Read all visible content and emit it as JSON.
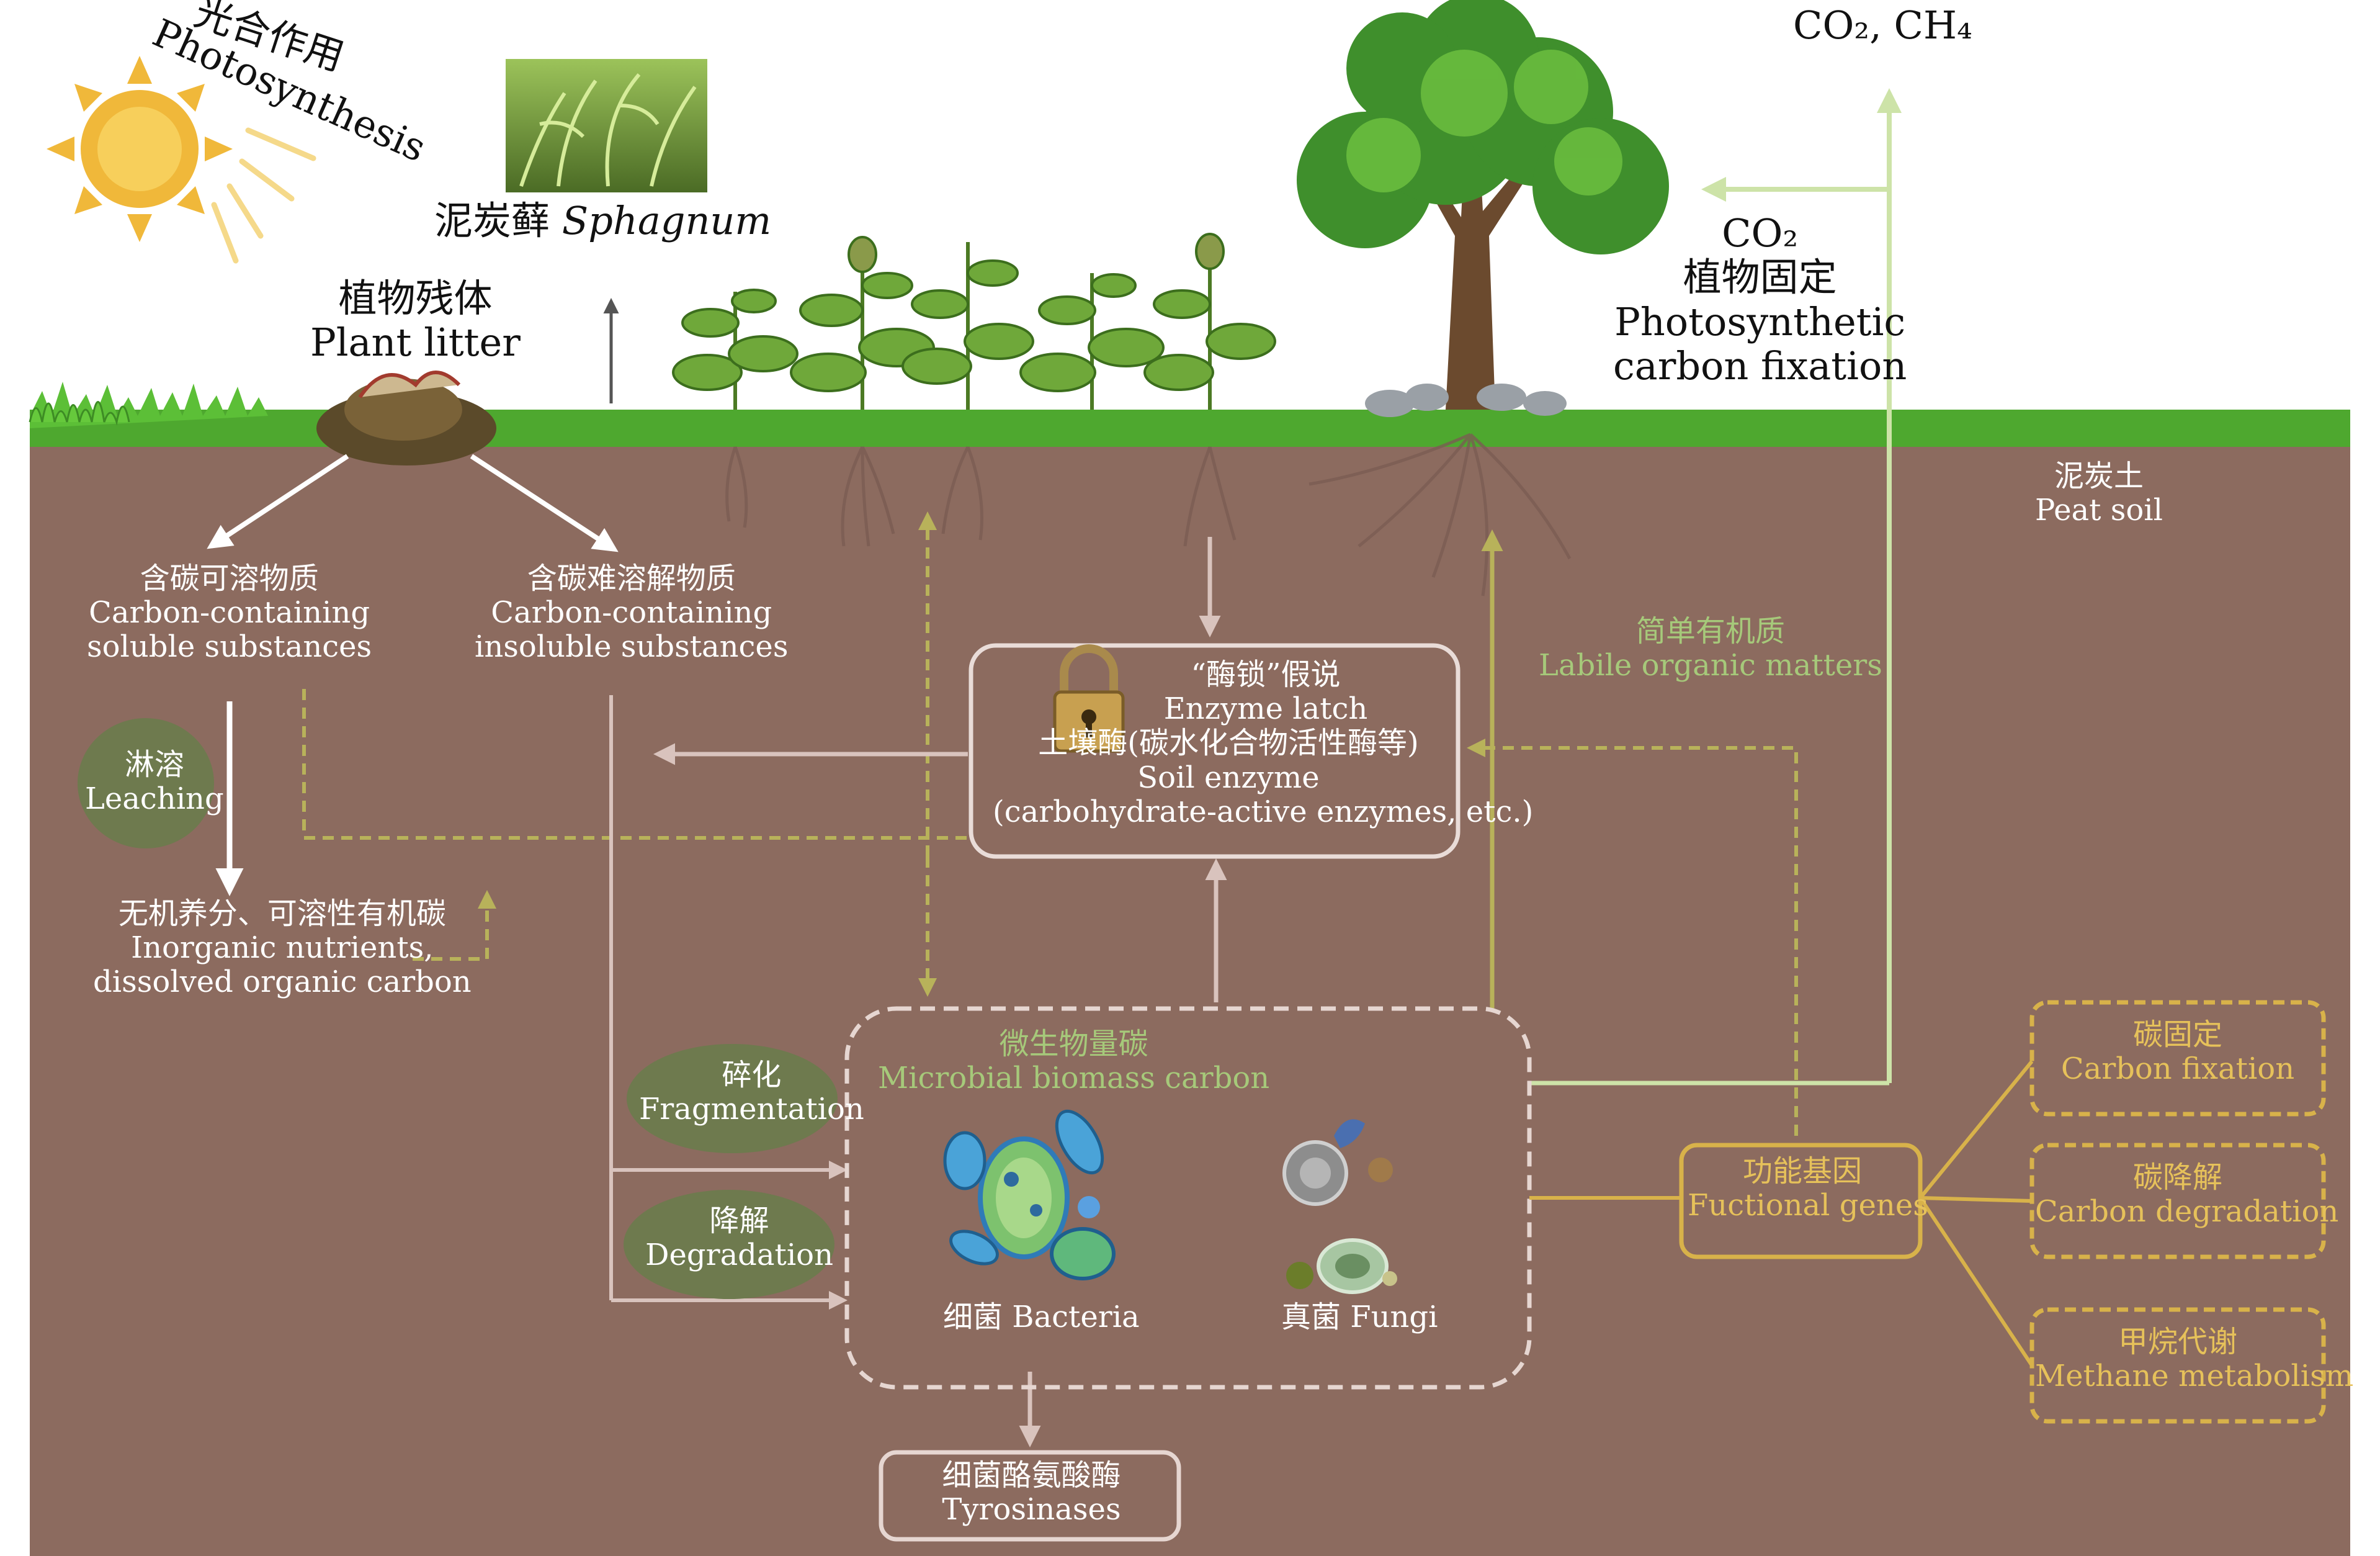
{
  "colors": {
    "soil": "#8c6b5f",
    "grass": "#4ea82f",
    "pink_arrow": "#d9c3bd",
    "olive_arrow": "#b8b25a",
    "light_green_arrow": "#cde3a8",
    "gene_yellow": "#d8b24a",
    "oval_green": "#6e7a4e",
    "sun": "#f0b83a"
  },
  "top": {
    "photosynthesis_zh": "光合作用",
    "photosynthesis_en": "Photosynthesis",
    "sphagnum_zh": "泥炭藓",
    "sphagnum_en": "Sphagnum",
    "plant_litter_zh": "植物残体",
    "plant_litter_en": "Plant litter",
    "co2_ch4": "CO₂, CH₄",
    "co2": "CO₂",
    "fixation_zh": "植物固定",
    "fixation_en_1": "Photosynthetic",
    "fixation_en_2": "carbon fixation"
  },
  "soil": {
    "peat_zh": "泥炭土",
    "peat_en": "Peat soil",
    "soluble_zh": "含碳可溶物质",
    "soluble_en_1": "Carbon-containing",
    "soluble_en_2": "soluble substances",
    "insoluble_zh": "含碳难溶解物质",
    "insoluble_en_1": "Carbon-containing",
    "insoluble_en_2": "insoluble substances",
    "leaching_zh": "淋溶",
    "leaching_en": "Leaching",
    "inorganic_zh": "无机养分、可溶性有机碳",
    "inorganic_en_1": "Inorganic nutrients,",
    "inorganic_en_2": "dissolved organic carbon",
    "labile_zh": "简单有机质",
    "labile_en": "Labile organic matters",
    "latch_zh": "“酶锁”假说",
    "latch_en": "Enzyme latch",
    "soil_enzyme_zh": "土壤酶(碳水化合物活性酶等)",
    "soil_enzyme_en_1": "Soil enzyme",
    "soil_enzyme_en_2": "(carbohydrate-active enzymes, etc.)",
    "fragmentation_zh": "碎化",
    "fragmentation_en": "Fragmentation",
    "degradation_zh": "降解",
    "degradation_en": "Degradation",
    "mbc_zh": "微生物量碳",
    "mbc_en": "Microbial biomass carbon",
    "bacteria_zh": "细菌",
    "bacteria_en": "Bacteria",
    "fungi_zh": "真菌",
    "fungi_en": "Fungi",
    "tyro_zh": "细菌酪氨酸酶",
    "tyro_en": "Tyrosinases",
    "genes_zh": "功能基因",
    "genes_en": "Fuctional genes",
    "cfix_zh": "碳固定",
    "cfix_en": "Carbon fixation",
    "cdeg_zh": "碳降解",
    "cdeg_en": "Carbon degradation",
    "methane_zh": "甲烷代谢",
    "methane_en": "Methane metabolism"
  }
}
